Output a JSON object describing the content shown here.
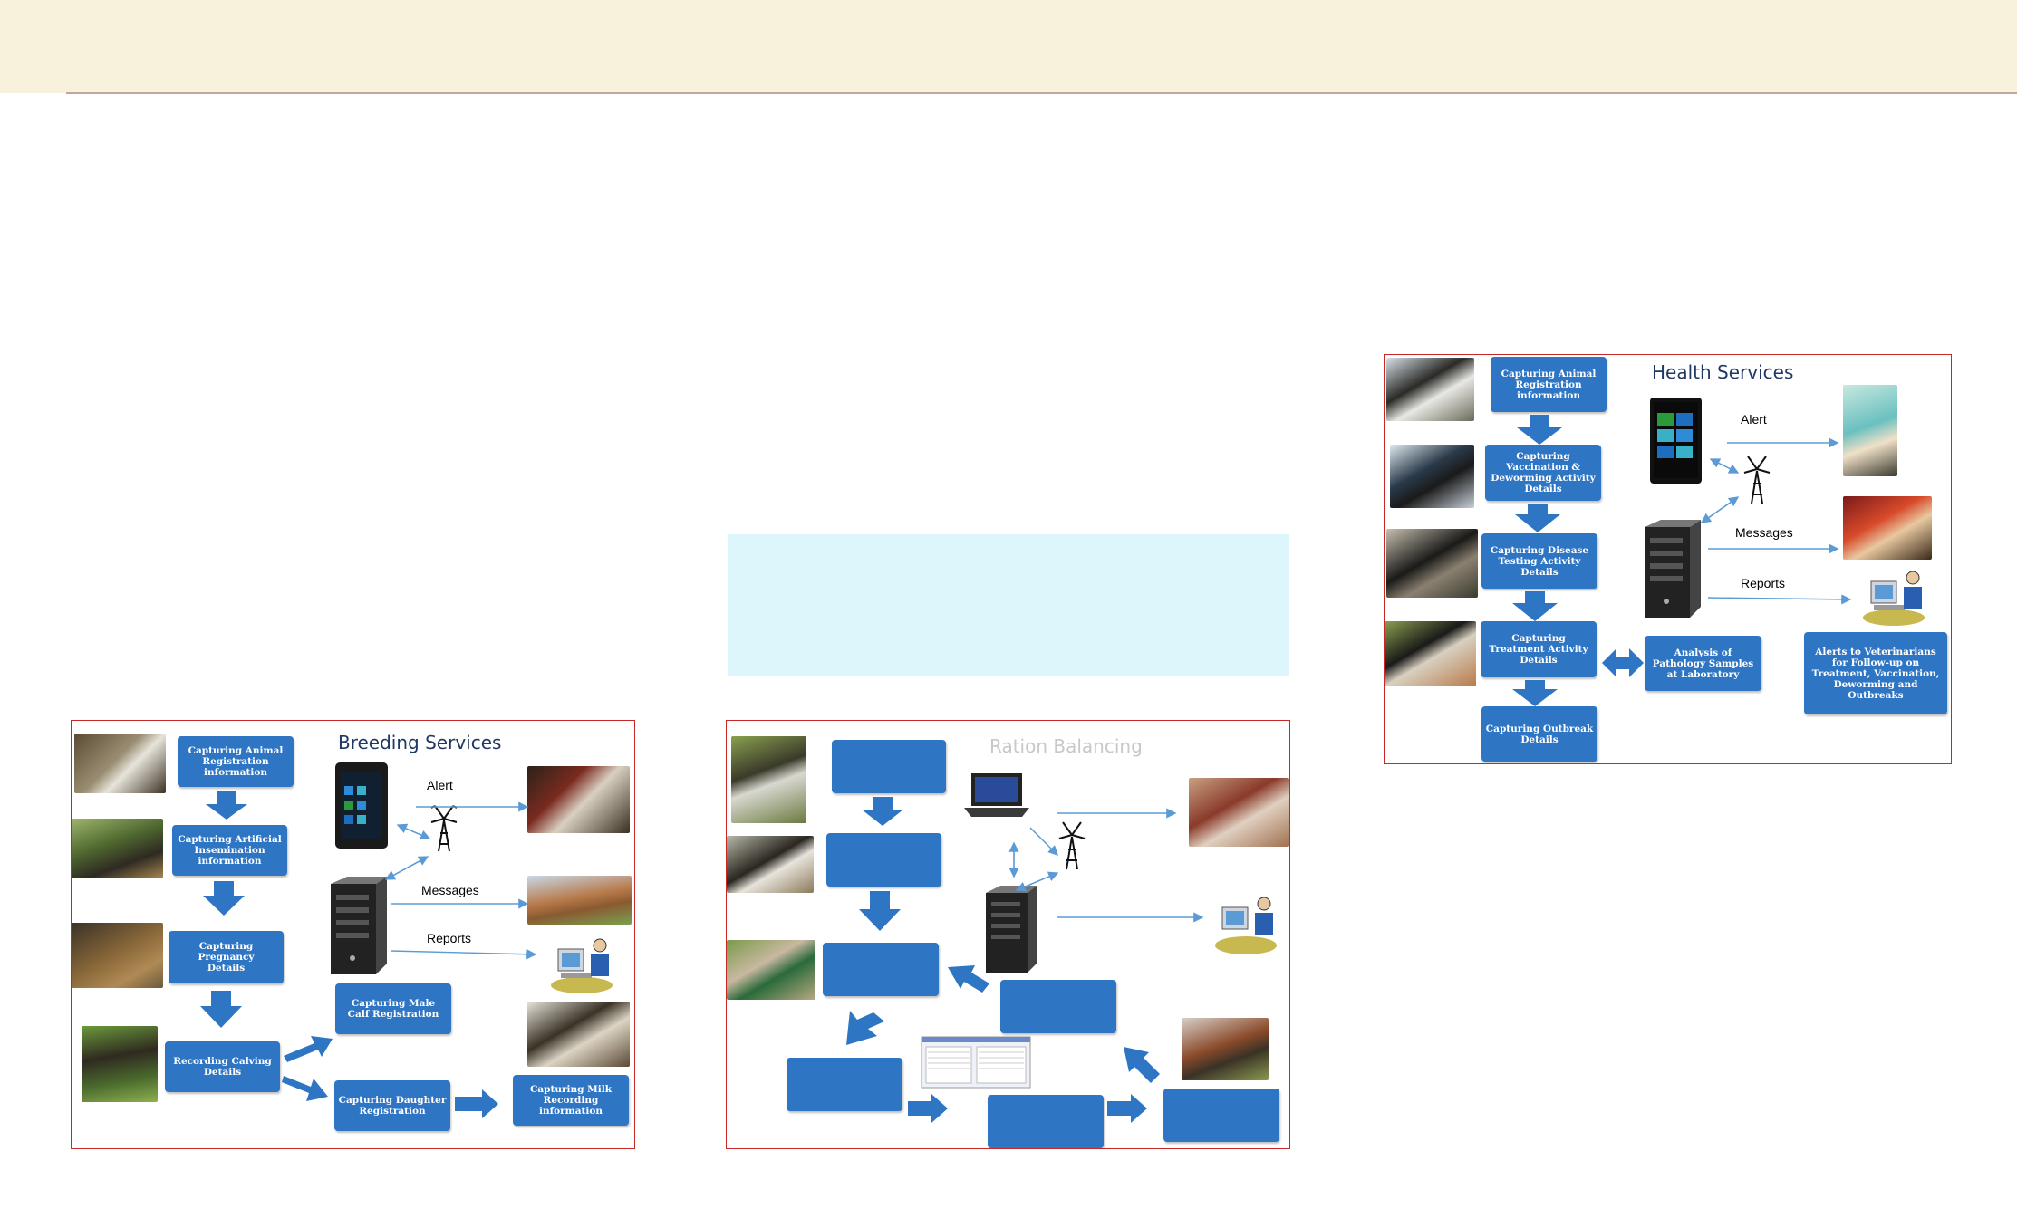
{
  "colors": {
    "header_band": "#f8f1db",
    "header_rule": "#c9a3a0",
    "info_box": "#dcf6fb",
    "flow_box": "#2e75c3",
    "panel_border": "#c62828",
    "connector": "#5b9bd5"
  },
  "breeding": {
    "title": "Breeding Services",
    "steps": [
      "Capturing Animal\nRegistration\ninformation",
      "Capturing Artificial\nInsemination\ninformation",
      "Capturing\nPregnancy\nDetails",
      "Recording Calving\nDetails",
      "Capturing Male\nCalf Registration",
      "Capturing Daughter\nRegistration",
      "Capturing Milk\nRecording\ninformation"
    ],
    "channels": [
      "Alert",
      "Messages",
      "Reports"
    ]
  },
  "ration": {
    "title": "Ration Balancing"
  },
  "health": {
    "title": "Health Services",
    "steps": [
      "Capturing Animal\nRegistration\ninformation",
      "Capturing\nVaccination &\nDeworming Activity\nDetails",
      "Capturing Disease\nTesting Activity\nDetails",
      "Capturing\nTreatment Activity\nDetails",
      "Capturing Outbreak\nDetails",
      "Analysis of\nPathology Samples\nat Laboratory",
      "Alerts to Veterinarians\nfor Follow-up on\nTreatment, Vaccination,\nDeworming and\nOutbreaks"
    ],
    "channels": [
      "Alert",
      "Messages",
      "Reports"
    ]
  },
  "icons": [
    "mobile-phone-icon",
    "tower-icon",
    "server-icon",
    "laptop-icon",
    "computer-user-icon",
    "software-screenshot-icon"
  ]
}
